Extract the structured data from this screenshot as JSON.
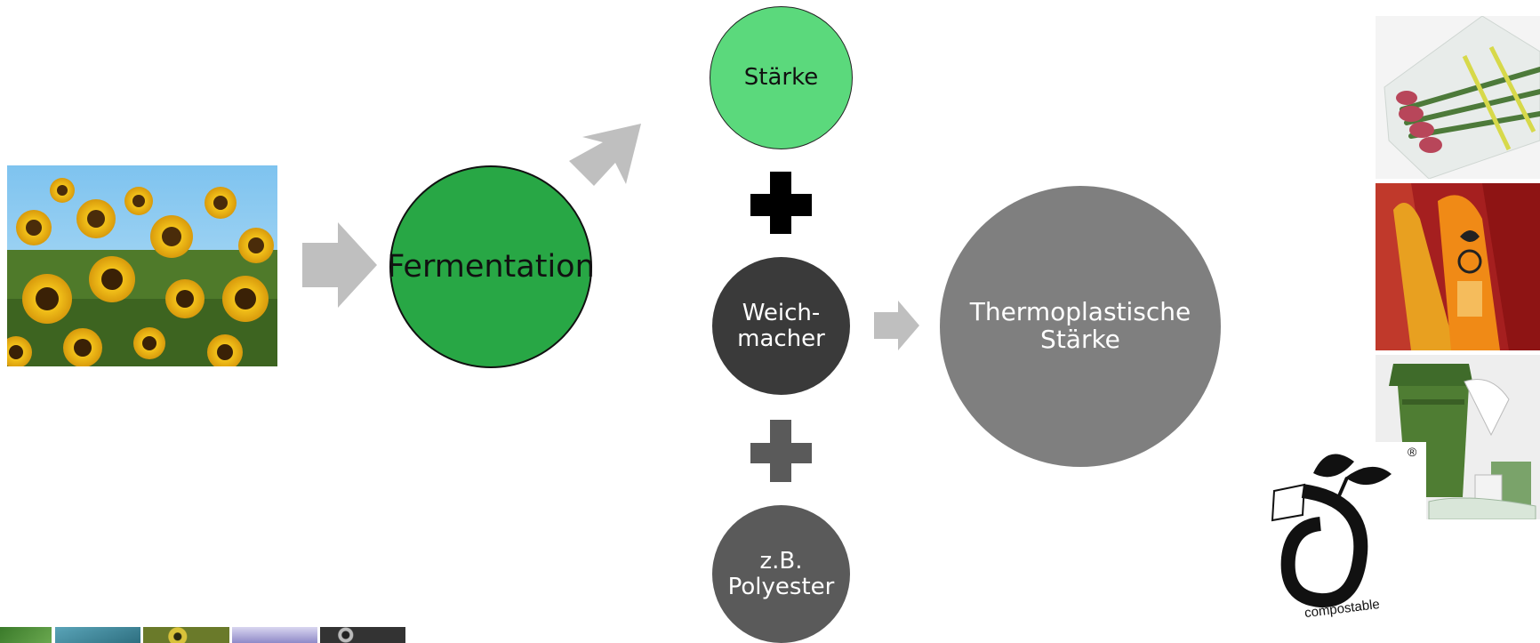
{
  "nodes": {
    "source": {
      "kind": "sunflower-photo"
    },
    "fermentation": {
      "label": "Fermentation",
      "color": "#28a745"
    },
    "starch": {
      "label": "Stärke",
      "color": "#5bd97c"
    },
    "plasticizer": {
      "label": "Weich-\nmacher",
      "color": "#3a3a3a"
    },
    "polyester": {
      "label": "z.B.\nPolyester",
      "color": "#5a5a5a"
    },
    "thermoplastic": {
      "label": "Thermoplastische\nStärke",
      "color": "#7f7f7f"
    }
  },
  "operators": {
    "plus_top_color": "#000000",
    "plus_bottom_color": "#5a5a5a"
  },
  "arrows": {
    "color": "#bfbfbf"
  },
  "products": [
    "tulip-bouquet-photo",
    "chili-packaging-photo",
    "compost-bin-photo"
  ],
  "logo": {
    "text": "compostable",
    "registered": "®"
  },
  "thumbnails": [
    "grass-thumb",
    "teal-thumb",
    "sunflower-thumb",
    "factory-thumb",
    "foam-thumb"
  ]
}
